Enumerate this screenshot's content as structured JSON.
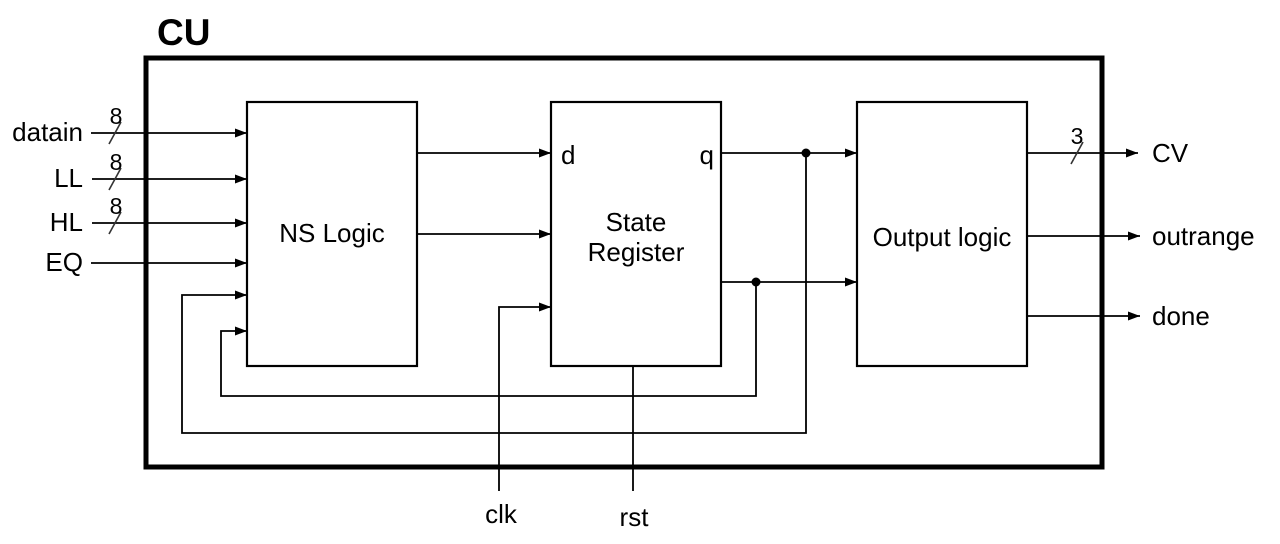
{
  "title": "CU",
  "blocks": {
    "ns_logic": "NS Logic",
    "state_register_line1": "State",
    "state_register_line2": "Register",
    "output_logic": "Output logic",
    "port_d": "d",
    "port_q": "q"
  },
  "inputs": [
    {
      "label": "datain",
      "bus_width": "8"
    },
    {
      "label": "LL",
      "bus_width": "8"
    },
    {
      "label": "HL",
      "bus_width": "8"
    },
    {
      "label": "EQ"
    }
  ],
  "outputs": [
    {
      "label": "CV",
      "bus_width": "3"
    },
    {
      "label": "outrange"
    },
    {
      "label": "done"
    }
  ],
  "clock_inputs": [
    {
      "label": "clk"
    },
    {
      "label": "rst"
    }
  ],
  "colors": {
    "line": "#000000",
    "background": "#ffffff"
  }
}
